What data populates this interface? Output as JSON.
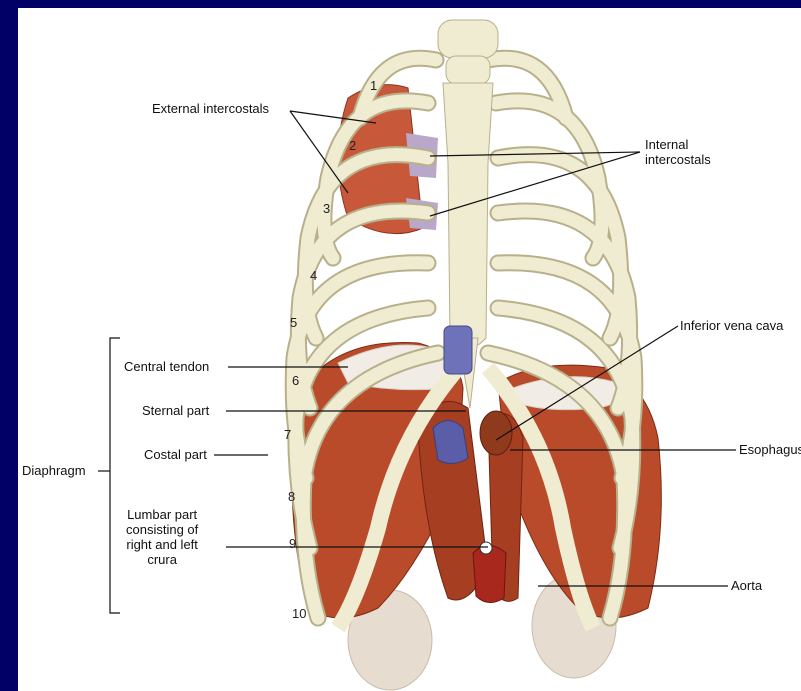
{
  "labels": {
    "external_intercostals": "External intercostals",
    "internal_intercostals": [
      "Internal",
      "intercostals"
    ],
    "inferior_vena_cava": "Inferior vena cava",
    "central_tendon": "Central tendon",
    "sternal_part": "Sternal part",
    "costal_part": "Costal part",
    "esophagus": "Esophagus",
    "diaphragm": "Diaphragm",
    "lumbar_part": [
      "Lumbar part",
      "consisting of",
      "right and left",
      "crura"
    ],
    "aorta": "Aorta"
  },
  "rib_numbers": [
    "1",
    "2",
    "3",
    "4",
    "5",
    "6",
    "7",
    "8",
    "9",
    "10"
  ],
  "colors": {
    "border": "#000066",
    "bone": "#f0ecd2",
    "bone_stroke": "#b8b08a",
    "muscle": "#b94a2a",
    "muscle_light": "#d9724a",
    "vena_cava": "#6e72b8",
    "aorta": "#a8281e",
    "kidney": "#e6ddd0"
  }
}
